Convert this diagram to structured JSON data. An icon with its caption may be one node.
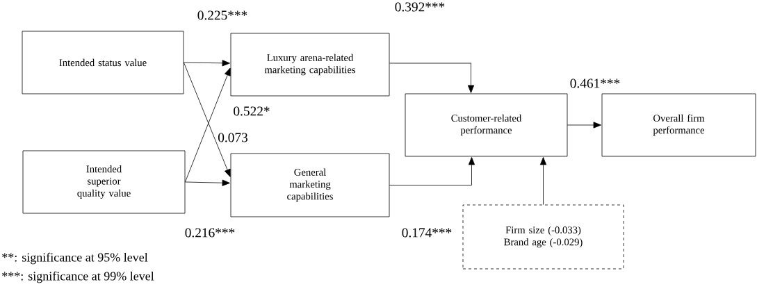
{
  "diagram": {
    "nodes": [
      {
        "text": [
          "Intended status value"
        ]
      },
      {
        "text": [
          "Luxury arena-related marketing capabilities"
        ]
      },
      {
        "text": [
          "Intended superior quality value"
        ]
      },
      {
        "text": [
          "General marketing capabilities"
        ]
      },
      {
        "text": [
          "Customer-related performance"
        ]
      },
      {
        "text": [
          "Overall firm performance"
        ]
      },
      {
        "text": [
          "Firm size (-0.033) Brand age (-0.029)"
        ]
      }
    ],
    "edges": [
      {
        "from": 0,
        "to": 1,
        "arrow": "to",
        "label": "0.225***"
      },
      {
        "from": 0,
        "to": 3,
        "arrow": "to",
        "label": "0.073"
      },
      {
        "from": 2,
        "to": 1,
        "arrow": "to",
        "label": "0.522*"
      },
      {
        "from": 2,
        "to": 3,
        "arrow": "to",
        "label": "0.216***"
      },
      {
        "from": 1,
        "to": 4,
        "arrow": "to",
        "label": "0.392***"
      },
      {
        "from": 3,
        "to": 4,
        "arrow": "to",
        "label": "0.174***"
      },
      {
        "from": 4,
        "to": 5,
        "arrow": "to",
        "label": "0.461***"
      },
      {
        "from": 6,
        "to": 4,
        "arrow": "to"
      }
    ],
    "labels": [
      "**: significance at 95% level",
      "***: significance at 99% level"
    ]
  }
}
